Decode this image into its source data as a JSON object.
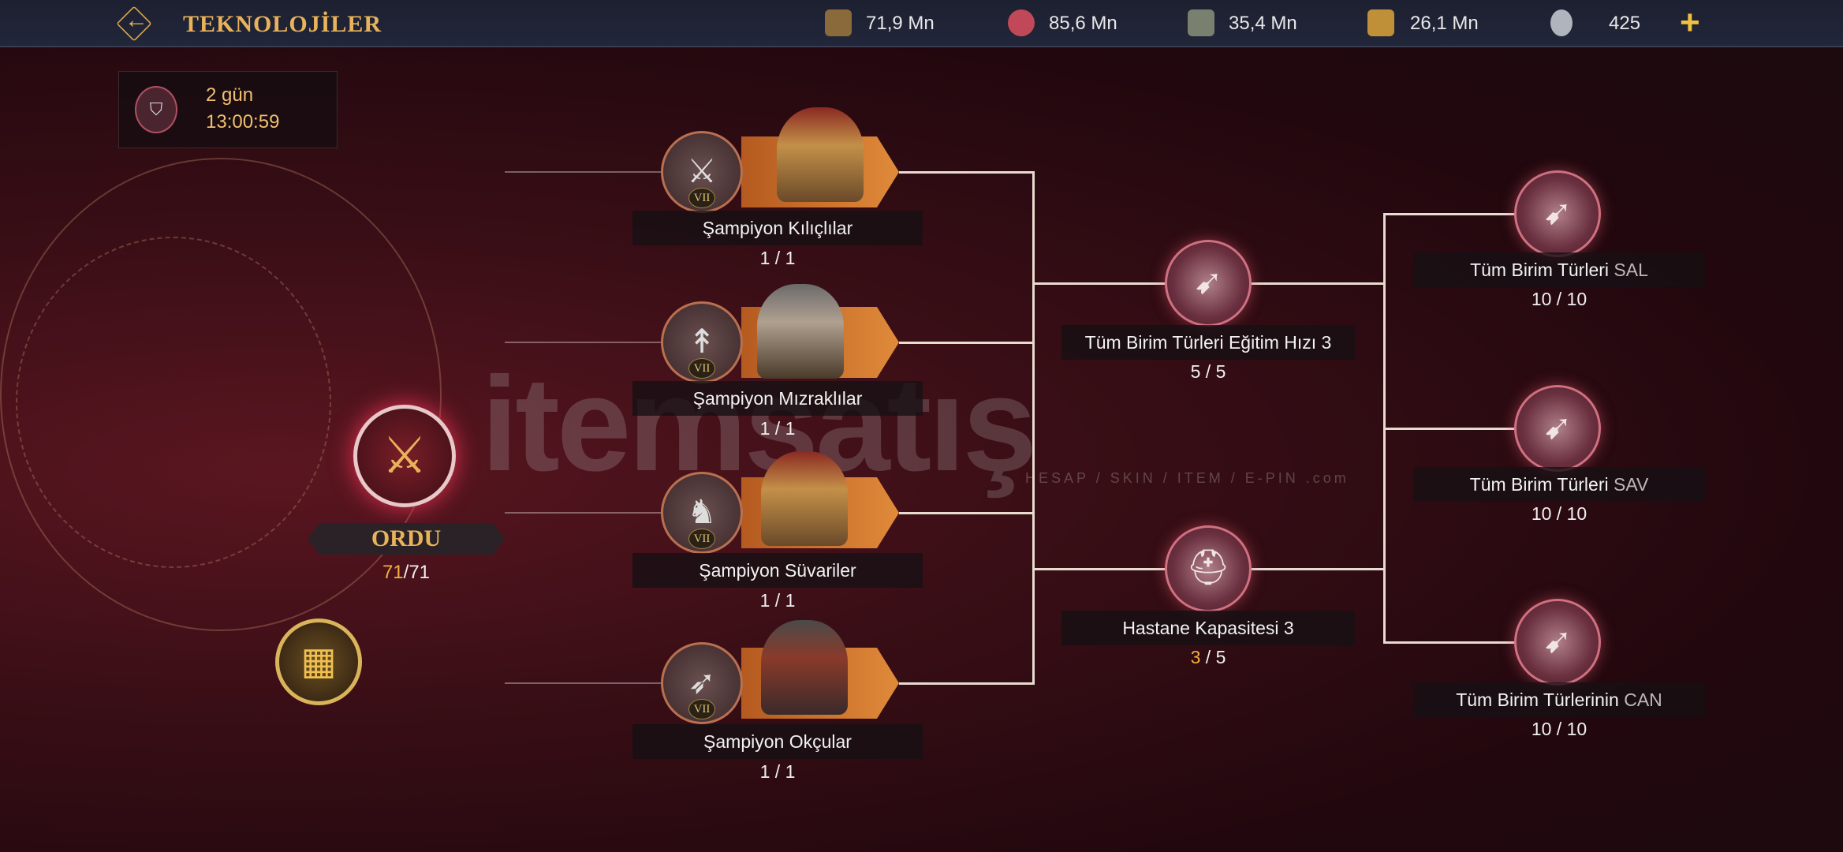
{
  "header": {
    "title": "TEKNOLOJİLER",
    "back_icon": "back-arrow-icon"
  },
  "resources": [
    {
      "name": "wood",
      "icon": "wood-icon",
      "value": "71,9 Mn",
      "color": "#a07a4a"
    },
    {
      "name": "food",
      "icon": "meat-icon",
      "value": "85,6 Mn",
      "color": "#d05060"
    },
    {
      "name": "stone",
      "icon": "stone-icon",
      "value": "35,4 Mn",
      "color": "#8a9080"
    },
    {
      "name": "gold",
      "icon": "gold-bar-icon",
      "value": "26,1 Mn",
      "color": "#d0a040"
    },
    {
      "name": "coin",
      "icon": "silver-coin-icon",
      "value": "425",
      "color": "#c0c4cc"
    }
  ],
  "timer": {
    "days": "2 gün",
    "time": "13:00:59"
  },
  "category": {
    "label": "ORDU",
    "current": "71",
    "total": "/71"
  },
  "champions": [
    {
      "label": "Şampiyon Kılıçlılar",
      "count": "1 / 1",
      "rank": "VII",
      "icon": "crossed-swords-icon"
    },
    {
      "label": "Şampiyon Mızraklılar",
      "count": "1 / 1",
      "rank": "VII",
      "icon": "spear-icon"
    },
    {
      "label": "Şampiyon Süvariler",
      "count": "1 / 1",
      "rank": "VII",
      "icon": "horse-icon"
    },
    {
      "label": "Şampiyon Okçular",
      "count": "1 / 1",
      "rank": "VII",
      "icon": "crossbow-icon"
    }
  ],
  "middle": [
    {
      "label": "Tüm Birim Türleri Eğitim Hızı 3",
      "count": "5 / 5"
    },
    {
      "label": "Hastane Kapasitesi 3",
      "current": "3",
      "total": " / 5"
    }
  ],
  "right": [
    {
      "label_main": "Tüm Birim Türleri ",
      "label_suffix": "SAL",
      "count": "10 / 10"
    },
    {
      "label_main": "Tüm Birim Türleri ",
      "label_suffix": "SAV",
      "count": "10 / 10"
    },
    {
      "label_main": "Tüm Birim Türlerinin ",
      "label_suffix": "CAN",
      "count": "10 / 10"
    }
  ],
  "watermark": {
    "text": "itemsatış",
    "sub": "HESAP / SKIN / ITEM / E-PIN .com"
  }
}
